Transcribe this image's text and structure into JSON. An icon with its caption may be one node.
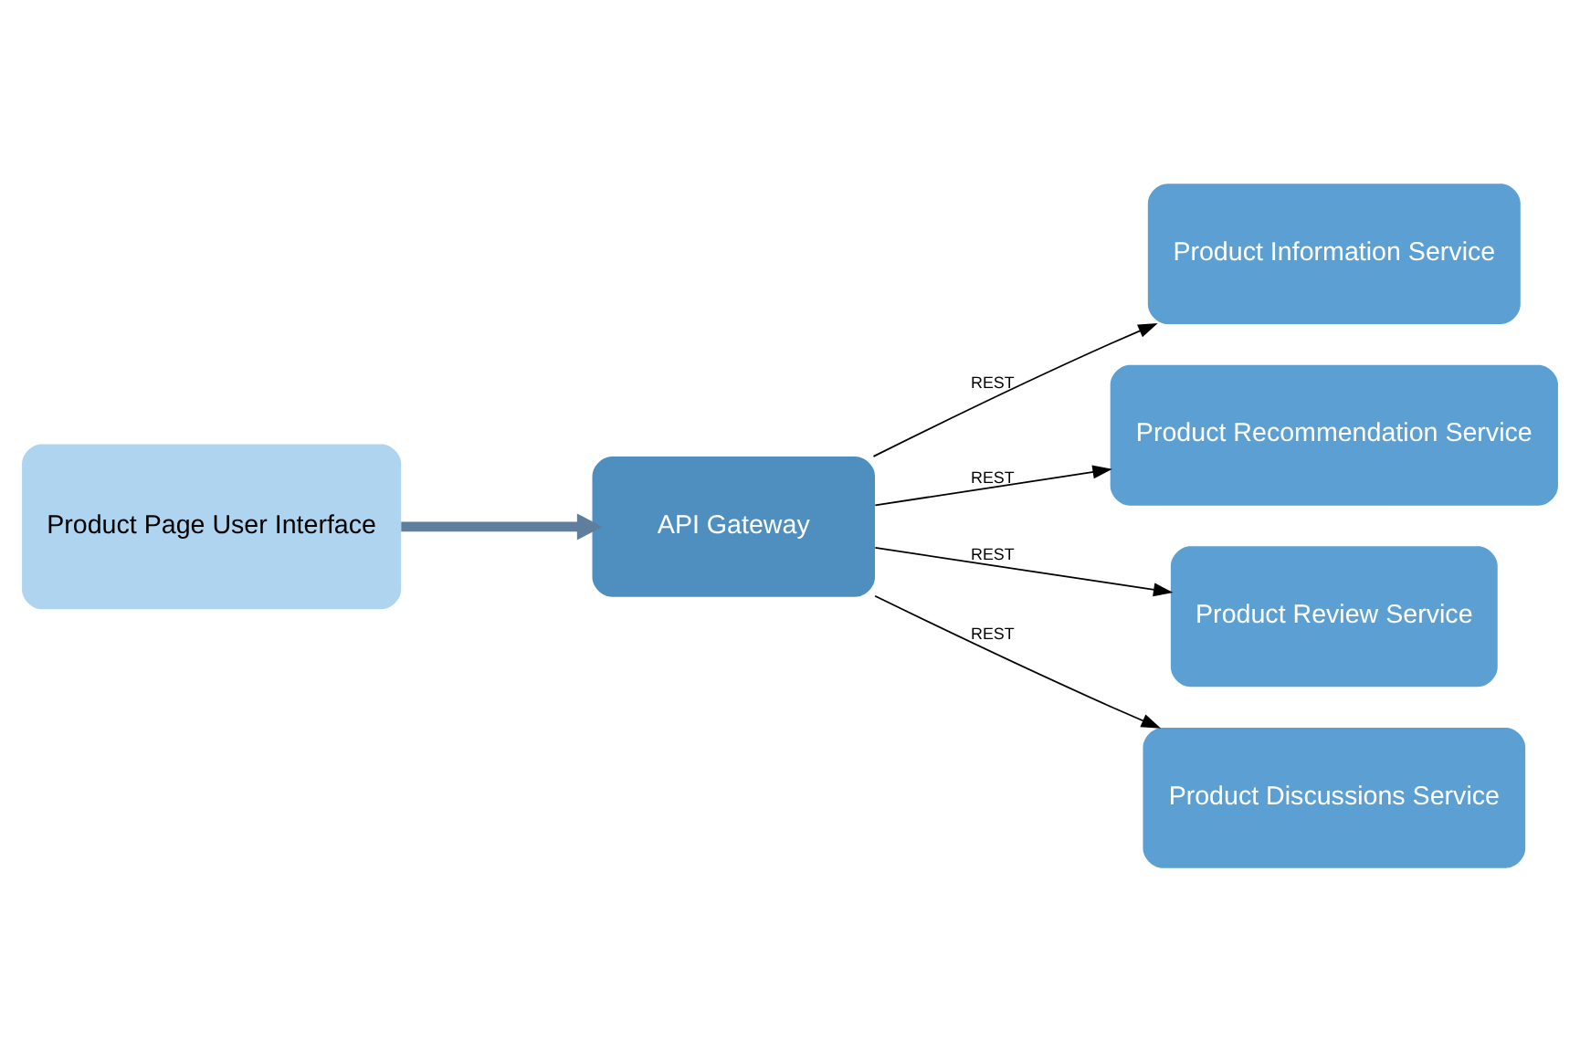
{
  "diagram": {
    "nodes": [
      {
        "text": [
          "Product Page User Interface"
        ]
      },
      {
        "text": [
          "API Gateway"
        ]
      },
      {
        "text": [
          "Product Information Service"
        ]
      },
      {
        "text": [
          "Product Recommendation Service"
        ]
      },
      {
        "text": [
          "Product Review Service"
        ]
      },
      {
        "text": [
          "Product Discussions Service"
        ]
      }
    ],
    "edges": [
      {
        "from": 0,
        "to": 1,
        "arrow": "to",
        "style": "thick",
        "color": "#5f7d9c"
      },
      {
        "from": 1,
        "to": 2,
        "arrow": "to",
        "label": "REST"
      },
      {
        "from": 1,
        "to": 3,
        "arrow": "to",
        "label": "REST"
      },
      {
        "from": 1,
        "to": 4,
        "arrow": "to",
        "label": "REST"
      },
      {
        "from": 1,
        "to": 5,
        "arrow": "to",
        "label": "REST"
      }
    ]
  }
}
